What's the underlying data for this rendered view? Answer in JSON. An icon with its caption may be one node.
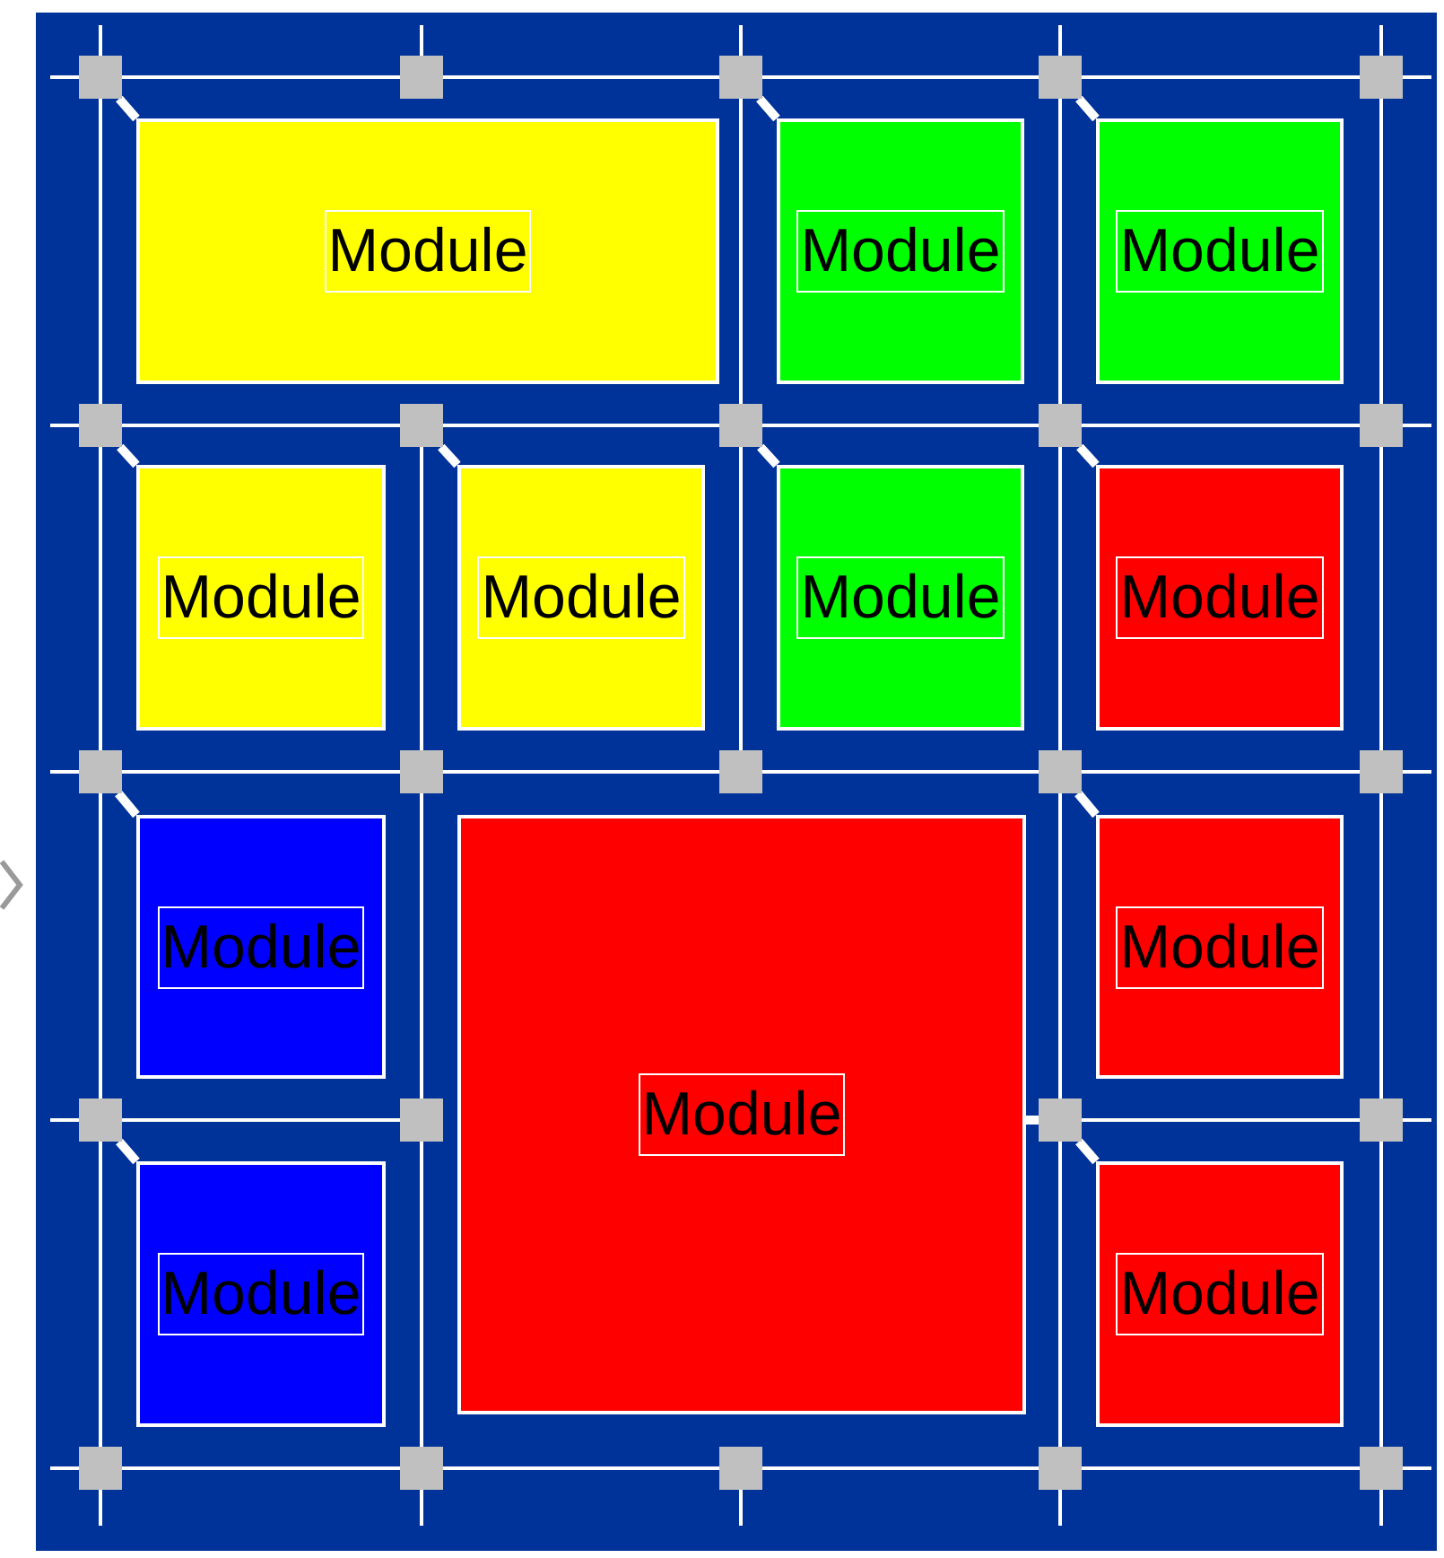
{
  "diagram": {
    "nodes": [
      {
        "text": [],
        "shape": "box"
      },
      {
        "text": [],
        "shape": "box"
      },
      {
        "text": [],
        "shape": "box"
      },
      {
        "text": [],
        "shape": "box"
      },
      {
        "text": [],
        "shape": "box"
      },
      {
        "text": [
          "Module"
        ]
      },
      {
        "text": [
          "Module"
        ]
      },
      {
        "text": [
          "Module"
        ]
      },
      {
        "text": [],
        "shape": "box"
      },
      {
        "text": [],
        "shape": "box"
      },
      {
        "text": [],
        "shape": "box"
      },
      {
        "text": [],
        "shape": "box"
      },
      {
        "text": [],
        "shape": "box"
      },
      {
        "text": [
          "Module"
        ]
      },
      {
        "text": [
          "Module"
        ]
      },
      {
        "text": [
          "Module"
        ]
      },
      {
        "text": [
          "Module"
        ]
      },
      {
        "text": [],
        "shape": "box"
      },
      {
        "text": [],
        "shape": "box"
      },
      {
        "text": [],
        "shape": "box"
      },
      {
        "text": [],
        "shape": "box"
      },
      {
        "text": [],
        "shape": "box"
      },
      {
        "text": [
          "Module"
        ]
      },
      {
        "text": [
          "Module"
        ]
      },
      {
        "text": [
          "Module"
        ]
      },
      {
        "text": [],
        "shape": "box"
      },
      {
        "text": [],
        "shape": "box"
      },
      {
        "text": [],
        "shape": "box"
      },
      {
        "text": [],
        "shape": "box"
      },
      {
        "text": [
          "Module"
        ]
      },
      {
        "text": [
          "Module"
        ]
      },
      {
        "text": [],
        "shape": "box"
      },
      {
        "text": [],
        "shape": "box"
      },
      {
        "text": [],
        "shape": "box"
      },
      {
        "text": [],
        "shape": "box"
      },
      {
        "text": [],
        "shape": "box"
      }
    ],
    "edges": [
      {
        "from": 0,
        "to": 1,
        "arrow": "none"
      },
      {
        "from": 1,
        "to": 2,
        "arrow": "none"
      },
      {
        "from": 2,
        "to": 3,
        "arrow": "none"
      },
      {
        "from": 3,
        "to": 4,
        "arrow": "none"
      },
      {
        "from": 8,
        "to": 9,
        "arrow": "none"
      },
      {
        "from": 9,
        "to": 10,
        "arrow": "none"
      },
      {
        "from": 10,
        "to": 11,
        "arrow": "none"
      },
      {
        "from": 11,
        "to": 12,
        "arrow": "none"
      },
      {
        "from": 17,
        "to": 18,
        "arrow": "none"
      },
      {
        "from": 18,
        "to": 19,
        "arrow": "none"
      },
      {
        "from": 19,
        "to": 20,
        "arrow": "none"
      },
      {
        "from": 20,
        "to": 21,
        "arrow": "none"
      },
      {
        "from": 25,
        "to": 26,
        "arrow": "none"
      },
      {
        "from": 27,
        "to": 28,
        "arrow": "none"
      },
      {
        "from": 31,
        "to": 32,
        "arrow": "none"
      },
      {
        "from": 32,
        "to": 33,
        "arrow": "none"
      },
      {
        "from": 33,
        "to": 34,
        "arrow": "none"
      },
      {
        "from": 34,
        "to": 35,
        "arrow": "none"
      },
      {
        "from": 0,
        "to": 8,
        "arrow": "none"
      },
      {
        "from": 8,
        "to": 17,
        "arrow": "none"
      },
      {
        "from": 17,
        "to": 25,
        "arrow": "none"
      },
      {
        "from": 25,
        "to": 31,
        "arrow": "none"
      },
      {
        "from": 9,
        "to": 18,
        "arrow": "none"
      },
      {
        "from": 18,
        "to": 26,
        "arrow": "none"
      },
      {
        "from": 26,
        "to": 32,
        "arrow": "none"
      },
      {
        "from": 2,
        "to": 10,
        "arrow": "none"
      },
      {
        "from": 10,
        "to": 19,
        "arrow": "none"
      },
      {
        "from": 3,
        "to": 11,
        "arrow": "none"
      },
      {
        "from": 11,
        "to": 20,
        "arrow": "none"
      },
      {
        "from": 20,
        "to": 27,
        "arrow": "none"
      },
      {
        "from": 27,
        "to": 34,
        "arrow": "none"
      },
      {
        "from": 4,
        "to": 12,
        "arrow": "none"
      },
      {
        "from": 12,
        "to": 21,
        "arrow": "none"
      },
      {
        "from": 21,
        "to": 28,
        "arrow": "none"
      },
      {
        "from": 28,
        "to": 35,
        "arrow": "none"
      },
      {
        "from": 0,
        "to": 5,
        "arrow": "none",
        "style": "thick"
      },
      {
        "from": 2,
        "to": 6,
        "arrow": "none",
        "style": "thick"
      },
      {
        "from": 3,
        "to": 7,
        "arrow": "none",
        "style": "thick"
      },
      {
        "from": 8,
        "to": 13,
        "arrow": "none",
        "style": "thick"
      },
      {
        "from": 9,
        "to": 14,
        "arrow": "none",
        "style": "thick"
      },
      {
        "from": 10,
        "to": 15,
        "arrow": "none",
        "style": "thick"
      },
      {
        "from": 11,
        "to": 16,
        "arrow": "none",
        "style": "thick"
      },
      {
        "from": 17,
        "to": 22,
        "arrow": "none",
        "style": "thick"
      },
      {
        "from": 20,
        "to": 24,
        "arrow": "none",
        "style": "thick"
      },
      {
        "from": 25,
        "to": 29,
        "arrow": "none",
        "style": "thick"
      },
      {
        "from": 27,
        "to": 30,
        "arrow": "none",
        "style": "thick"
      },
      {
        "from": 23,
        "to": 27,
        "arrow": "none",
        "style": "thick"
      }
    ]
  }
}
